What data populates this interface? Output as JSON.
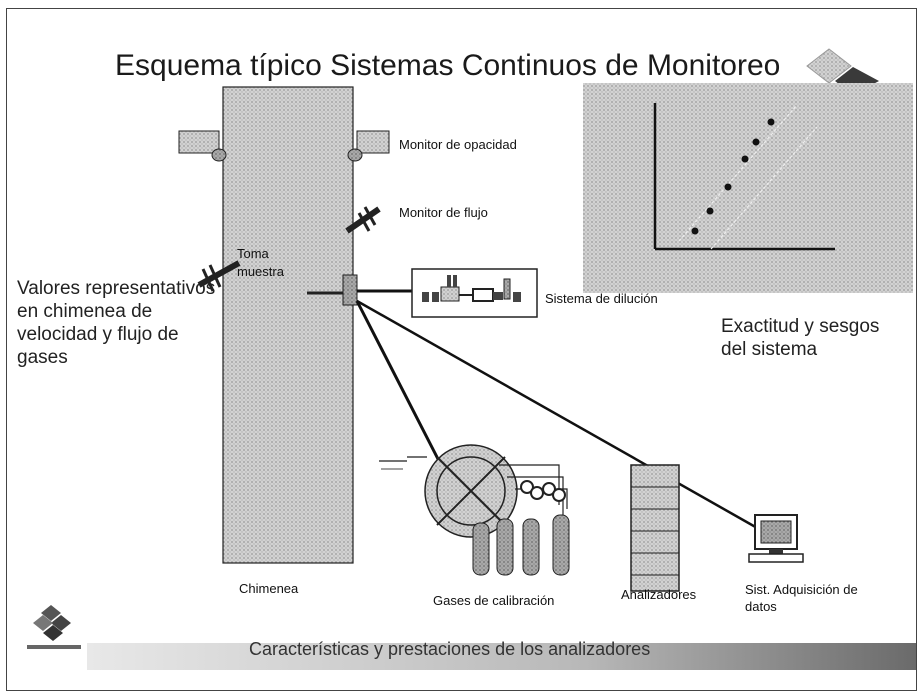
{
  "title": "Esquema típico Sistemas Continuos de Monitoreo",
  "labels": {
    "monitor_opacidad": "Monitor de opacidad",
    "monitor_flujo": "Monitor de flujo",
    "toma_muestra": "Toma muestra",
    "sistema_dilucion": "Sistema de dilución",
    "chimenea": "Chimenea",
    "gases_calibracion": "Gases de calibración",
    "analizadores": "Analizadores",
    "sist_adquisicion": "Sist. Adquisición de datos"
  },
  "notes": {
    "left": "Valores representativos en chimenea de velocidad y flujo de gases",
    "right": "Exactitud y sesgos del sistema",
    "footer": "Características y prestaciones de los analizadores"
  },
  "colors": {
    "stack_fill": "#b9b9b9",
    "texture": "#cfcfcf",
    "line": "#111111"
  }
}
